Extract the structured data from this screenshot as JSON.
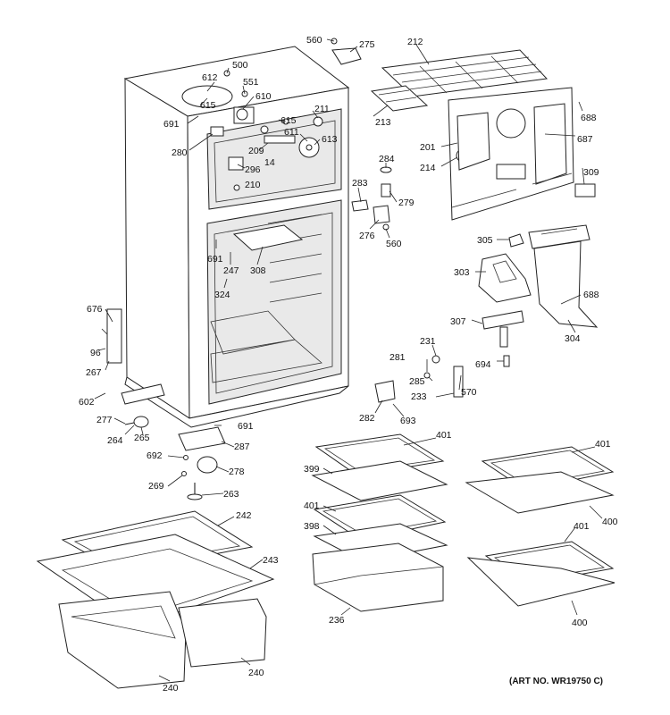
{
  "art_number": "(ART NO. WR19750 C)",
  "labels": {
    "l560a": "560",
    "l275": "275",
    "l212": "212",
    "l500": "500",
    "l612": "612",
    "l551": "551",
    "l610": "610",
    "l615a": "615",
    "l691a": "691",
    "l211": "211",
    "l615b": "615",
    "l611": "611",
    "l613": "613",
    "l209": "209",
    "l14": "14",
    "l280": "280",
    "l296": "296",
    "l210": "210",
    "l213": "213",
    "l688a": "688",
    "l201": "201",
    "l687": "687",
    "l214": "214",
    "l284": "284",
    "l309": "309",
    "l283": "283",
    "l279": "279",
    "l276": "276",
    "l560b": "560",
    "l305": "305",
    "l691b": "691",
    "l247": "247",
    "l308": "308",
    "l324": "324",
    "l303": "303",
    "l688b": "688",
    "l307": "307",
    "l304": "304",
    "l676": "676",
    "l96": "96",
    "l267": "267",
    "l231": "231",
    "l281": "281",
    "l285": "285",
    "l694": "694",
    "l233": "233",
    "l570": "570",
    "l602": "602",
    "l282": "282",
    "l693": "693",
    "l277": "277",
    "l691c": "691",
    "l264": "264",
    "l265": "265",
    "l287": "287",
    "l401a": "401",
    "l401b": "401",
    "l692": "692",
    "l278": "278",
    "l399": "399",
    "l269": "269",
    "l263": "263",
    "l401c": "401",
    "l400a": "400",
    "l398": "398",
    "l242": "242",
    "l401d": "401",
    "l243": "243",
    "l236": "236",
    "l400b": "400",
    "l240a": "240",
    "l240b": "240"
  }
}
